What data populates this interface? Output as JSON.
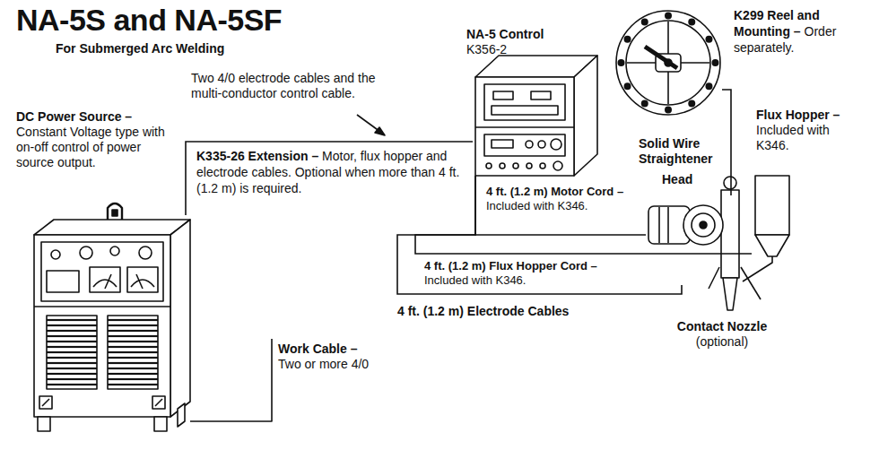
{
  "diagram": {
    "title": "NA-5S and NA-5SF",
    "nodes": [
      {
        "text": [
          "DC Power Source –",
          "Constant Voltage type with on-off control of power source output."
        ]
      },
      {
        "text": [
          "NA-5 Control",
          "K356-2"
        ]
      },
      {
        "text": [
          "K299 Reel and Mounting –",
          "Order separately."
        ]
      },
      {
        "text": [
          "Head"
        ]
      },
      {
        "text": [
          "Flux Hopper –",
          "Included with K346."
        ]
      }
    ],
    "edges": [
      {
        "from": 0,
        "to": 1,
        "arrow": "none"
      },
      {
        "from": 1,
        "to": 3,
        "arrow": "none"
      },
      {
        "from": 1,
        "to": 4,
        "arrow": "none"
      },
      {
        "from": 1,
        "to": 3,
        "arrow": "none"
      },
      {
        "from": 2,
        "to": 3,
        "arrow": "none"
      }
    ],
    "labels": [
      "Two 4/0 electrode cables and the multi-conductor control cable.",
      "K335-26 Extension –",
      "Motor, flux hopper and electrode cables. Optional when more than 4 ft. (1.2 m) is required.",
      "Solid Wire Straightener",
      "4 ft. (1.2 m) Motor Cord –",
      "Included with K346.",
      "4 ft. (1.2 m) Flux Hopper Cord –",
      "Included with K346.",
      "4 ft. (1.2 m) Electrode Cables",
      "Contact Nozzle",
      "(optional)",
      "Work Cable –",
      "Two or more 4/0",
      "For Submerged Arc Welding"
    ]
  }
}
